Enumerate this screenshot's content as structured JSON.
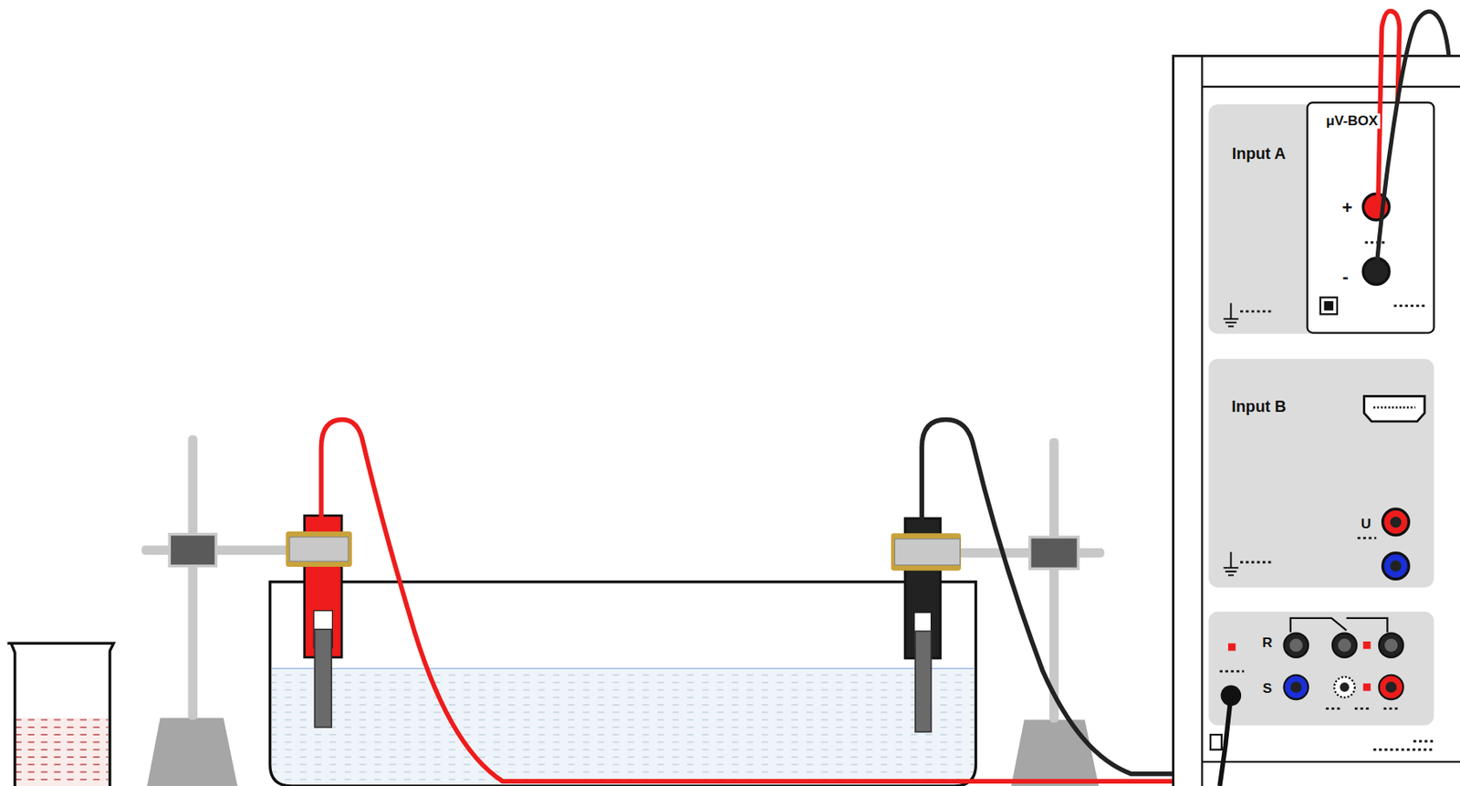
{
  "diagram": {
    "nodes": [
      {
        "text": [
          "Input A"
        ]
      },
      {
        "text": [
          "μV-BOX",
          "+",
          "-"
        ],
        "in": 0
      },
      {
        "text": [
          "Input B",
          "U"
        ]
      },
      {
        "text": [
          "R",
          "S"
        ]
      }
    ]
  }
}
